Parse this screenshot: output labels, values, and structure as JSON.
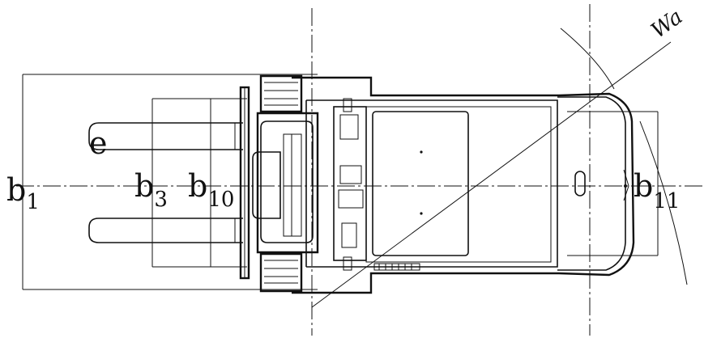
{
  "labels": {
    "b1": {
      "main": "b",
      "sub": "1"
    },
    "b3": {
      "main": "b",
      "sub": "3"
    },
    "b10": {
      "main": "b",
      "sub": "10"
    },
    "b11": {
      "main": "b",
      "sub": "11"
    },
    "e": "e",
    "wa": "Wa"
  }
}
